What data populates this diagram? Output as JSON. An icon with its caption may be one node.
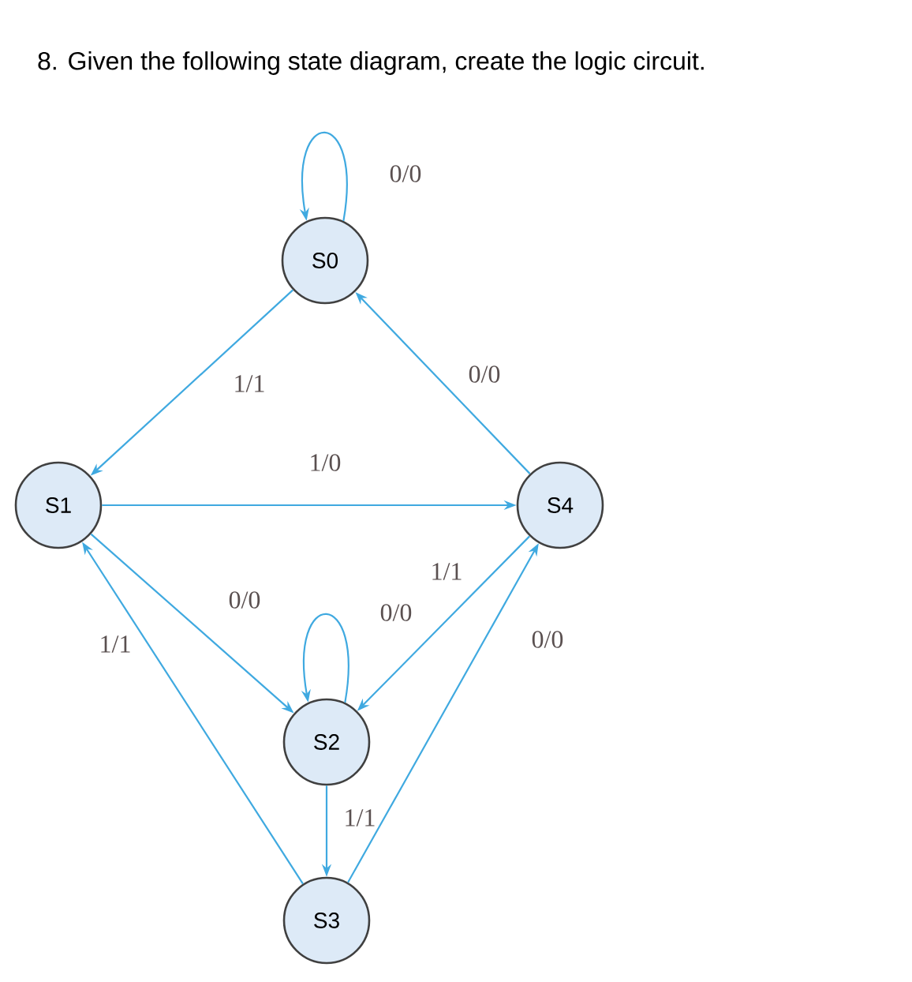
{
  "diagram": {
    "title": "8. Given the following state diagram, create the logic circuit.",
    "nodes": [
      {
        "text": [
          "S0"
        ]
      },
      {
        "text": [
          "S1"
        ]
      },
      {
        "text": [
          "S4"
        ]
      },
      {
        "text": [
          "S2"
        ]
      },
      {
        "text": [
          "S3"
        ]
      }
    ],
    "edges": [
      {
        "from": 0,
        "to": 0,
        "arrow": "to",
        "label": "0/0"
      },
      {
        "from": 0,
        "to": 1,
        "arrow": "to",
        "label": "1/1"
      },
      {
        "from": 2,
        "to": 0,
        "arrow": "to",
        "label": "0/0"
      },
      {
        "from": 1,
        "to": 2,
        "arrow": "to",
        "label": "1/0"
      },
      {
        "from": 1,
        "to": 3,
        "arrow": "to",
        "label": "0/0"
      },
      {
        "from": 3,
        "to": 3,
        "arrow": "to",
        "label": "0/0"
      },
      {
        "from": 2,
        "to": 3,
        "arrow": "to",
        "label": "1/1"
      },
      {
        "from": 4,
        "to": 1,
        "arrow": "to",
        "label": "1/1"
      },
      {
        "from": 4,
        "to": 2,
        "arrow": "to",
        "label": "0/0"
      },
      {
        "from": 3,
        "to": 4,
        "arrow": "to",
        "label": "1/1"
      }
    ]
  }
}
